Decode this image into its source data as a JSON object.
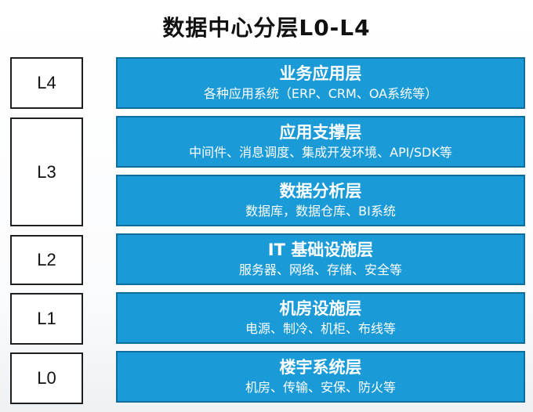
{
  "title": "数据中心分层L0-L4",
  "levels": [
    {
      "label": "L4"
    },
    {
      "label": "L3"
    },
    {
      "label": "L2"
    },
    {
      "label": "L1"
    },
    {
      "label": "L0"
    }
  ],
  "layers": [
    {
      "name": "业务应用层",
      "desc": "各种应用系统（ERP、CRM、OA系统等）"
    },
    {
      "name": "应用支撑层",
      "desc": "中间件、消息调度、集成开发环境、API/SDK等"
    },
    {
      "name": "数据分析层",
      "desc": "数据库，数据仓库、BI系统"
    },
    {
      "name": "IT 基础设施层",
      "desc": "服务器、网络、存储、安全等"
    },
    {
      "name": "机房设施层",
      "desc": "电源、制冷、机柜、布线等"
    },
    {
      "name": "楼宇系统层",
      "desc": "机房、传输、安保、防火等"
    }
  ],
  "colors": {
    "layer_fill": "#1a9ad6",
    "layer_border": "#0f6e9e",
    "level_border": "#1f1f1f"
  }
}
